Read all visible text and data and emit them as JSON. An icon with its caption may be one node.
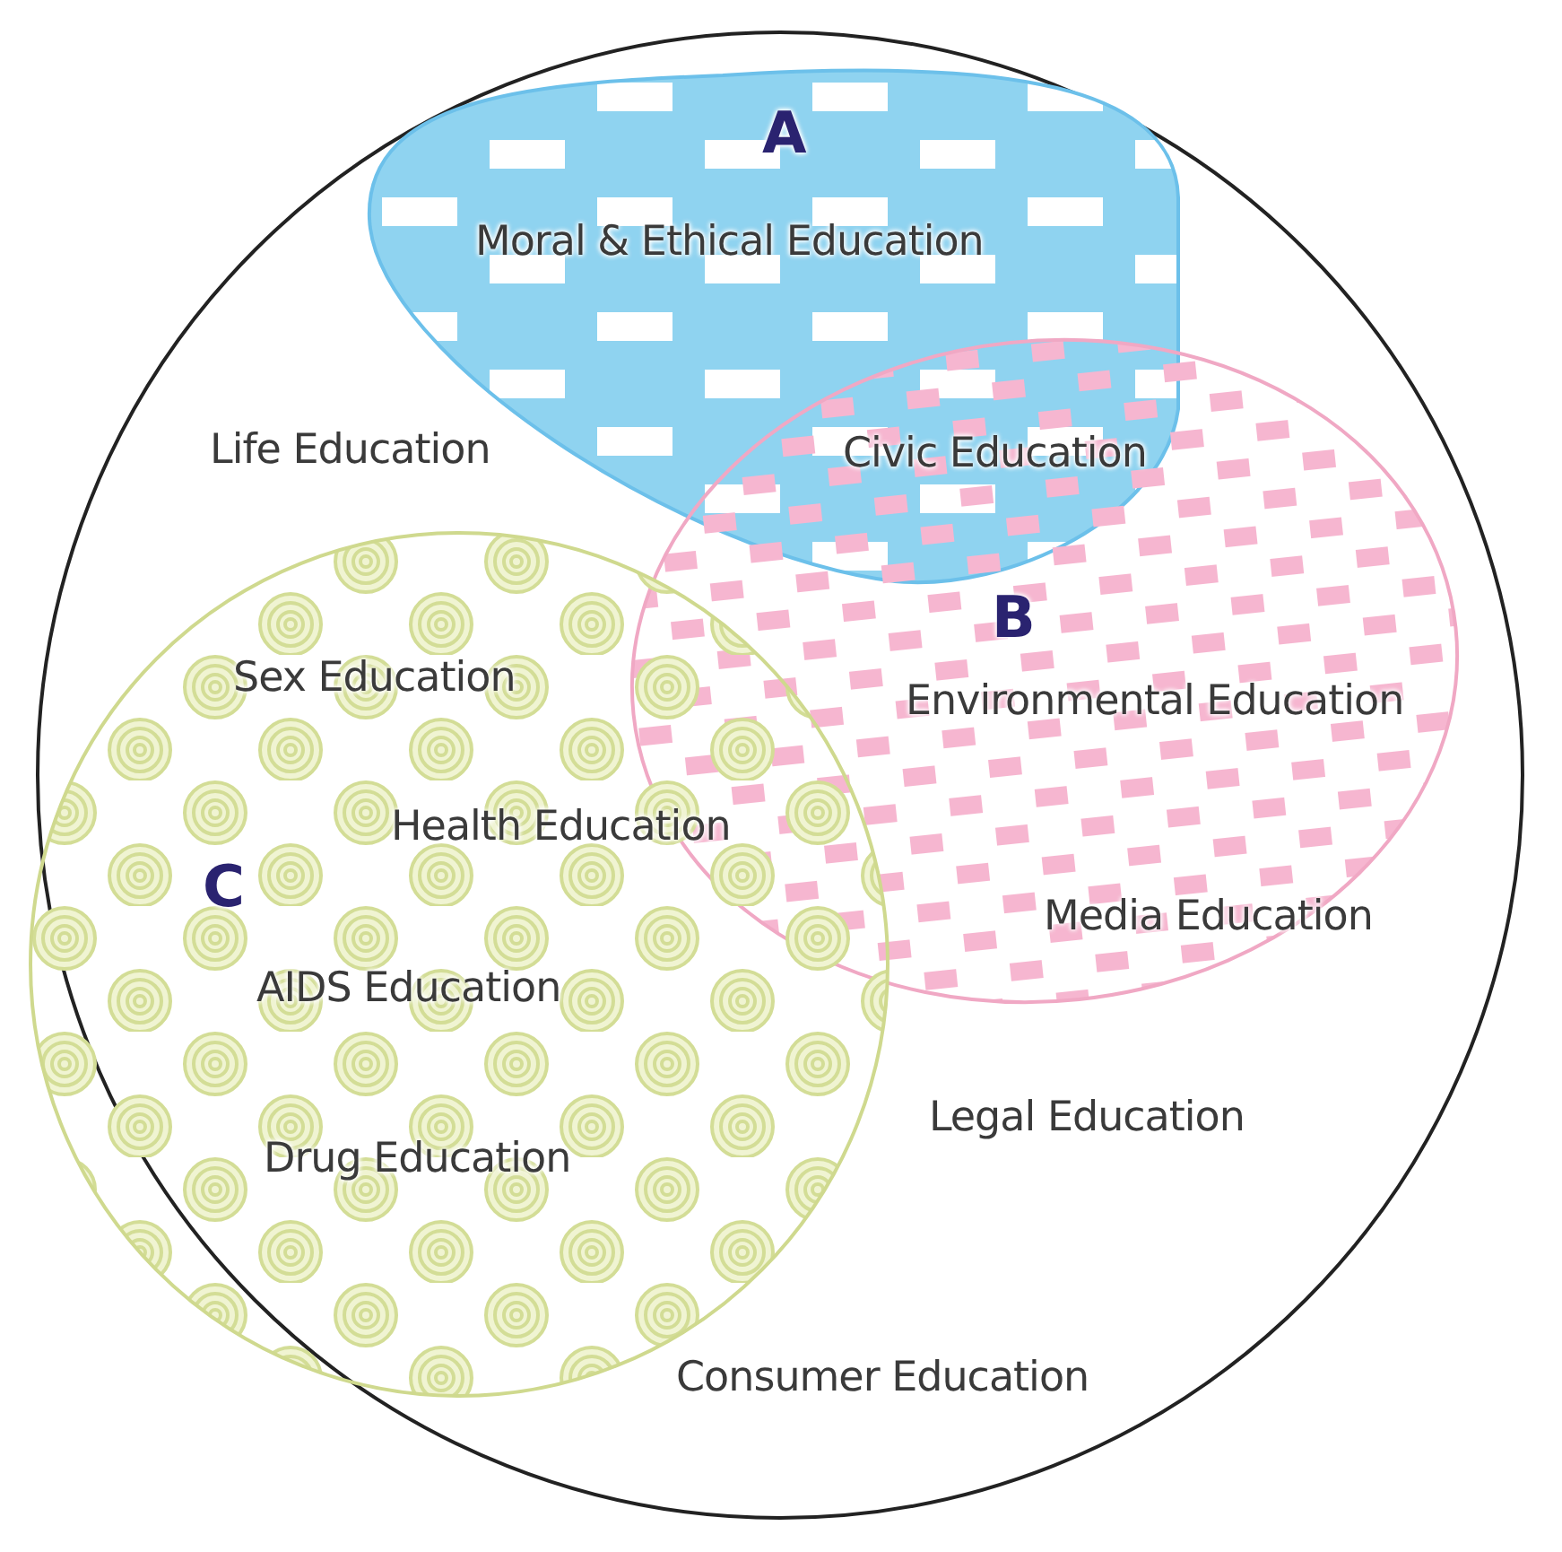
{
  "diagram": {
    "nodes": [
      {
        "text": [],
        "shape": "circle"
      },
      {
        "text": [
          "A",
          "Moral & Ethical Education",
          "Civic Education"
        ],
        "in": 0
      },
      {
        "text": [
          "B",
          "Environmental Education",
          "Media Education"
        ],
        "in": 0
      },
      {
        "text": [
          "C",
          "Sex Education",
          "Health Education",
          "AIDS Education",
          "Drug Education"
        ],
        "in": 0
      }
    ],
    "edges": [],
    "labels": [
      "Life Education",
      "Legal Education",
      "Consumer Education"
    ]
  }
}
